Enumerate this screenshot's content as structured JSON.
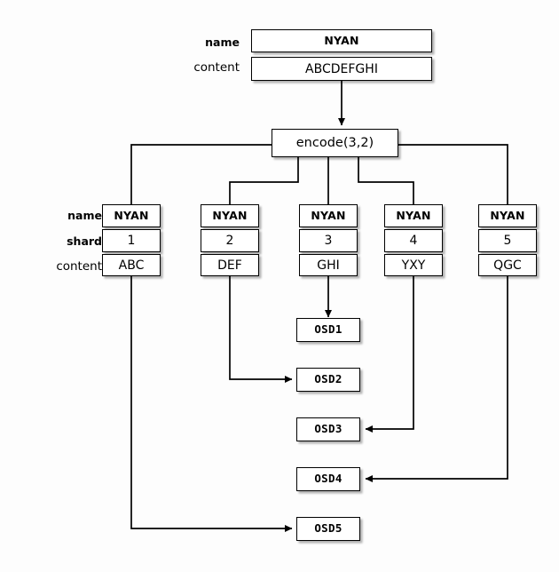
{
  "diagram": {
    "background": "#fdfdfd",
    "line_color": "#000000",
    "object": {
      "labels": {
        "name": "name",
        "content": "content"
      },
      "name_value": "NYAN",
      "content_value": "ABCDEFGHI"
    },
    "encode": {
      "label": "encode(3,2)"
    },
    "shard_labels": {
      "name": "name",
      "shard": "shard",
      "content": "content"
    },
    "shards": [
      {
        "name": "NYAN",
        "shard": "1",
        "content": "ABC",
        "target": "OSD5"
      },
      {
        "name": "NYAN",
        "shard": "2",
        "content": "DEF",
        "target": "OSD2"
      },
      {
        "name": "NYAN",
        "shard": "3",
        "content": "GHI",
        "target": "OSD1"
      },
      {
        "name": "NYAN",
        "shard": "4",
        "content": "YXY",
        "target": "OSD3"
      },
      {
        "name": "NYAN",
        "shard": "5",
        "content": "QGC",
        "target": "OSD4"
      }
    ],
    "osds": [
      {
        "label": "OSD1"
      },
      {
        "label": "OSD2"
      },
      {
        "label": "OSD3"
      },
      {
        "label": "OSD4"
      },
      {
        "label": "OSD5"
      }
    ]
  }
}
